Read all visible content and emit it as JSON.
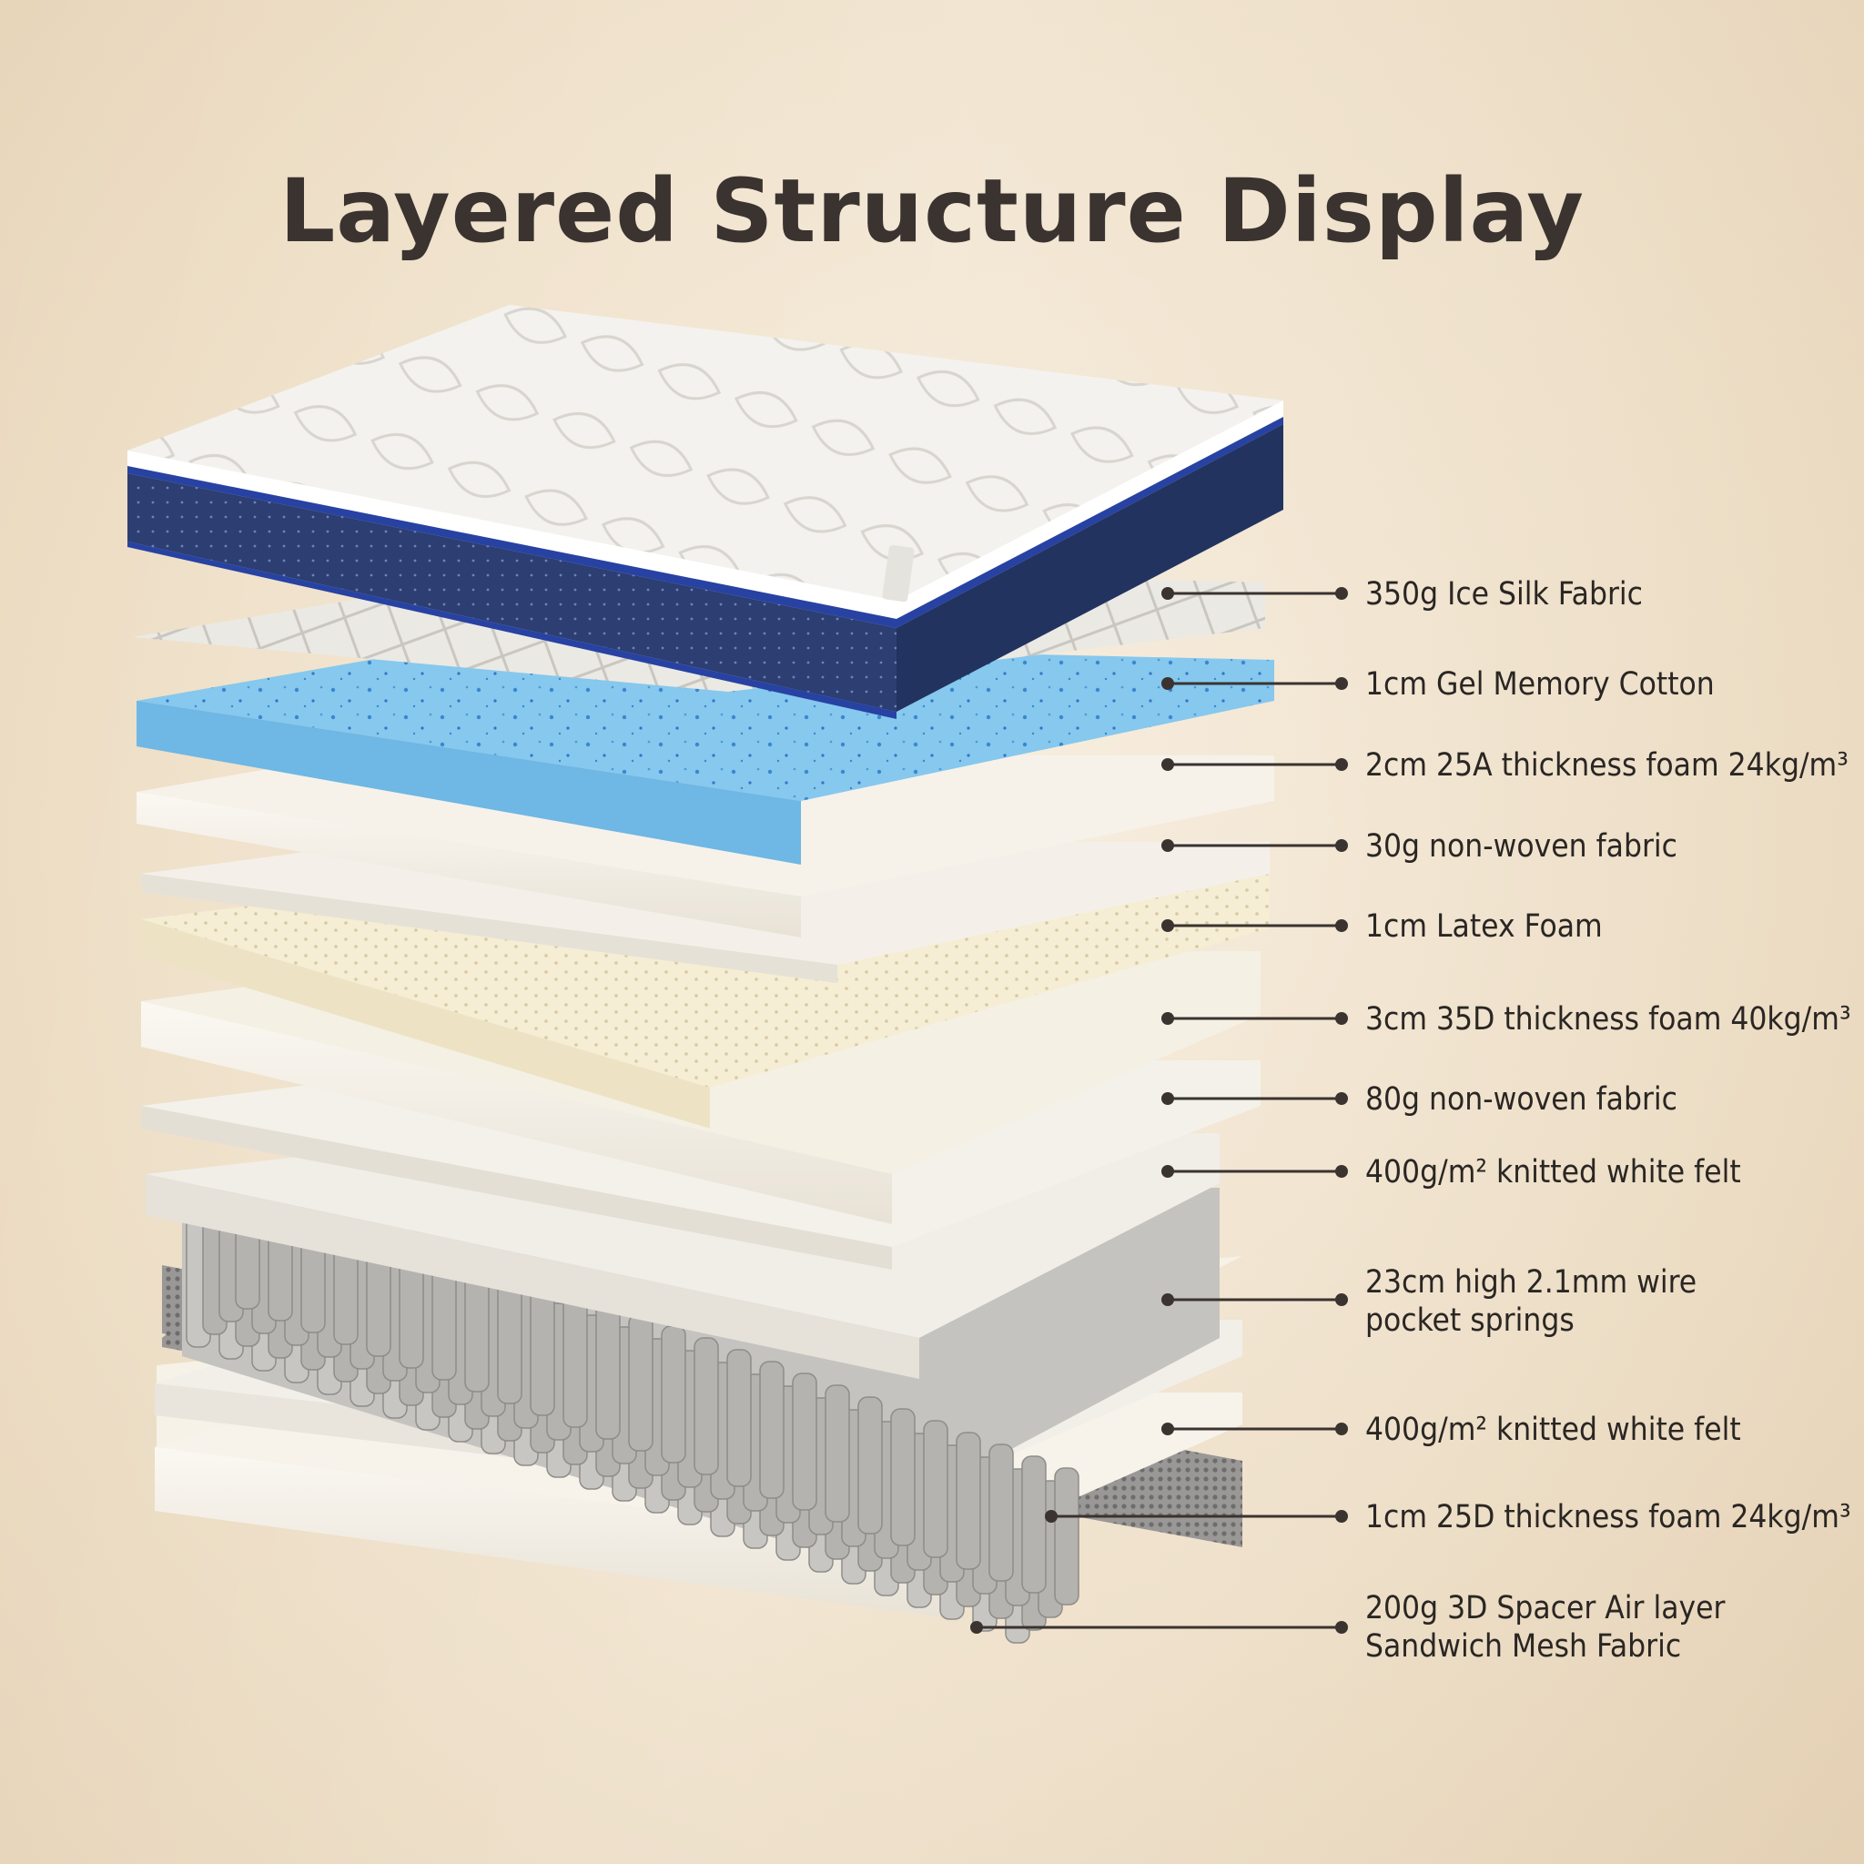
{
  "title": "Layered Structure Display",
  "colors": {
    "background": "#f2e5d0",
    "title": "#3a3330",
    "mattress_border": "#26386a",
    "mattress_top": "#f3f1ec",
    "gel_foam": "#7ec3ec",
    "latex": "#f4ecd2",
    "foam": "#f6f2e8",
    "felt": "#f1efea",
    "spring": "#b9b7b3",
    "mesh": "#8a8886",
    "leader_line": "#3a3330"
  },
  "layers": [
    {
      "label": "350g Ice Silk Fabric",
      "type": "quilted-fabric"
    },
    {
      "label": "1cm Gel Memory Cotton",
      "type": "gel-foam"
    },
    {
      "label": "2cm 25A thickness foam 24kg/m³",
      "type": "foam"
    },
    {
      "label": "30g non-woven fabric",
      "type": "fabric"
    },
    {
      "label": "1cm Latex Foam",
      "type": "latex"
    },
    {
      "label": "3cm 35D thickness foam 40kg/m³",
      "type": "foam"
    },
    {
      "label": "80g non-woven fabric",
      "type": "fabric"
    },
    {
      "label": "400g/m² knitted white felt",
      "type": "felt"
    },
    {
      "label_lines": [
        "23cm high 2.1mm wire",
        "pocket springs"
      ],
      "type": "springs"
    },
    {
      "label": "400g/m² knitted white felt",
      "type": "felt"
    },
    {
      "label": "1cm 25D thickness foam 24kg/m³",
      "type": "foam"
    },
    {
      "label_lines": [
        "200g 3D Spacer Air layer",
        "Sandwich Mesh Fabric"
      ],
      "type": "mesh"
    }
  ]
}
